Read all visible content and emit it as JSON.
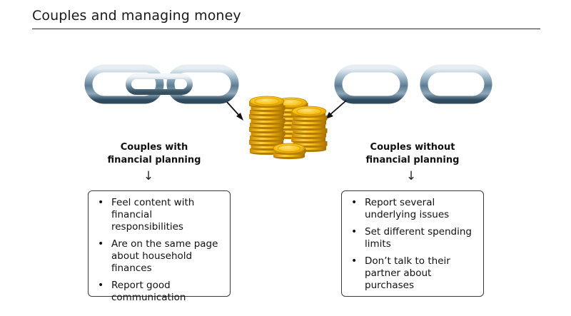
{
  "title": "Couples and managing money",
  "left": {
    "heading_line1": "Couples with",
    "heading_line2": "financial planning",
    "arrow": "↓",
    "items": [
      "Feel content with financial responsibilities",
      "Are on the same page about household finances",
      "Report good communication"
    ]
  },
  "right": {
    "heading_line1": "Couples without",
    "heading_line2": "financial planning",
    "arrow": "↓",
    "items": [
      "Report several underlying issues",
      "Set different spending limits",
      "Don’t talk to their partner about purchases"
    ]
  },
  "illustrations": {
    "left": "linked-chain",
    "center": "gold-coin-stacks",
    "right": "broken-chain"
  },
  "colors": {
    "chain_mid": "#7a9bb0",
    "chain_dark": "#2f4a5c",
    "coin_gold": "#f2b705",
    "coin_dark": "#b57d00"
  }
}
